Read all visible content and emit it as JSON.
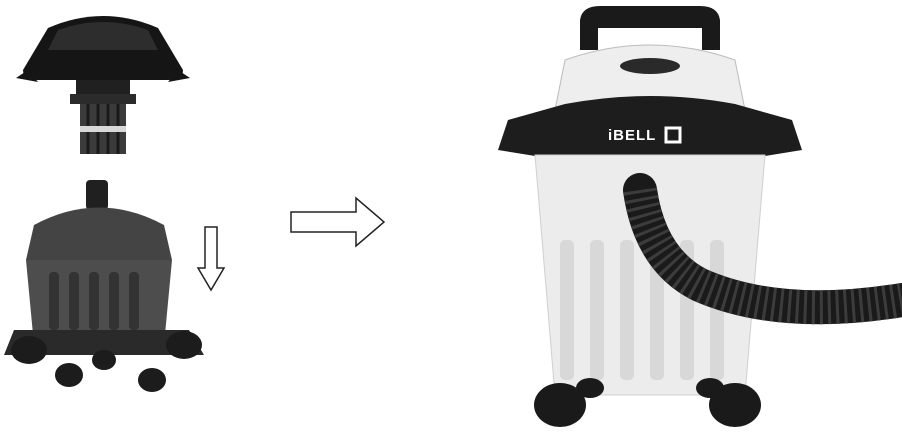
{
  "figure": {
    "brand_label": "iBELL",
    "steps": [
      {
        "name": "motor-head-part",
        "icon": "motor-head-icon"
      },
      {
        "name": "drum-base-part",
        "icon": "drum-base-icon"
      },
      {
        "name": "assembled-vacuum",
        "icon": "wet-dry-vacuum-icon"
      }
    ],
    "arrows": [
      {
        "name": "down-arrow",
        "direction": "down"
      },
      {
        "name": "right-arrow",
        "direction": "right"
      }
    ],
    "colors": {
      "body": "#e9e9e9",
      "dark": "#1a1a1a",
      "mid": "#4a4a4a",
      "outline": "#222222"
    }
  }
}
